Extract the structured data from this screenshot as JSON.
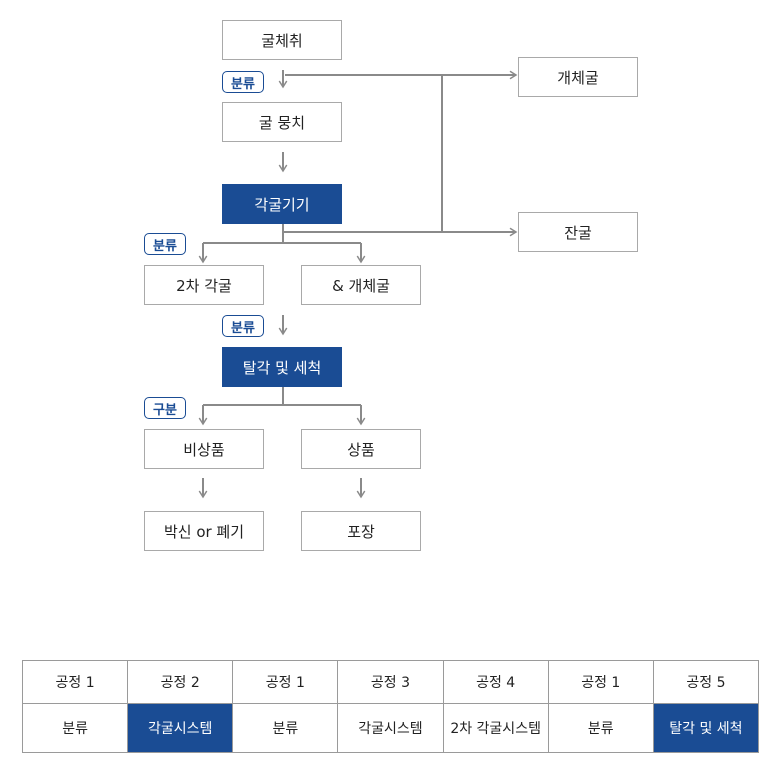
{
  "boxes": {
    "gulchechwi": "굴체취",
    "gaechegul_top": "개체굴",
    "gul_mungchi": "굴 뭉치",
    "gakgulgigi": "각굴기기",
    "jangul": "잔굴",
    "second_gakgul": "2차 각굴",
    "and_gaechegul": "& 개체굴",
    "talgak": "탈각 및 세척",
    "bisangpum": "비상품",
    "sangpum": "상품",
    "baksin": "박신 or 폐기",
    "pojang": "포장"
  },
  "tags": {
    "bunryu_1": "분류",
    "bunryu_2": "분류",
    "bunryu_3": "분류",
    "gubun": "구분"
  },
  "process_table": {
    "header": [
      "공정 1",
      "공정 2",
      "공정 1",
      "공정 3",
      "공정 4",
      "공정 1",
      "공정 5"
    ],
    "body": [
      "분류",
      "각굴시스템",
      "분류",
      "각굴시스템",
      "2차 각굴시스템",
      "분류",
      "탈각 및 세척"
    ],
    "highlighted_columns": [
      1,
      6
    ]
  },
  "colors": {
    "accent": "#1a4c94",
    "line": "#8a8a8a",
    "border": "#a9a9a9"
  }
}
